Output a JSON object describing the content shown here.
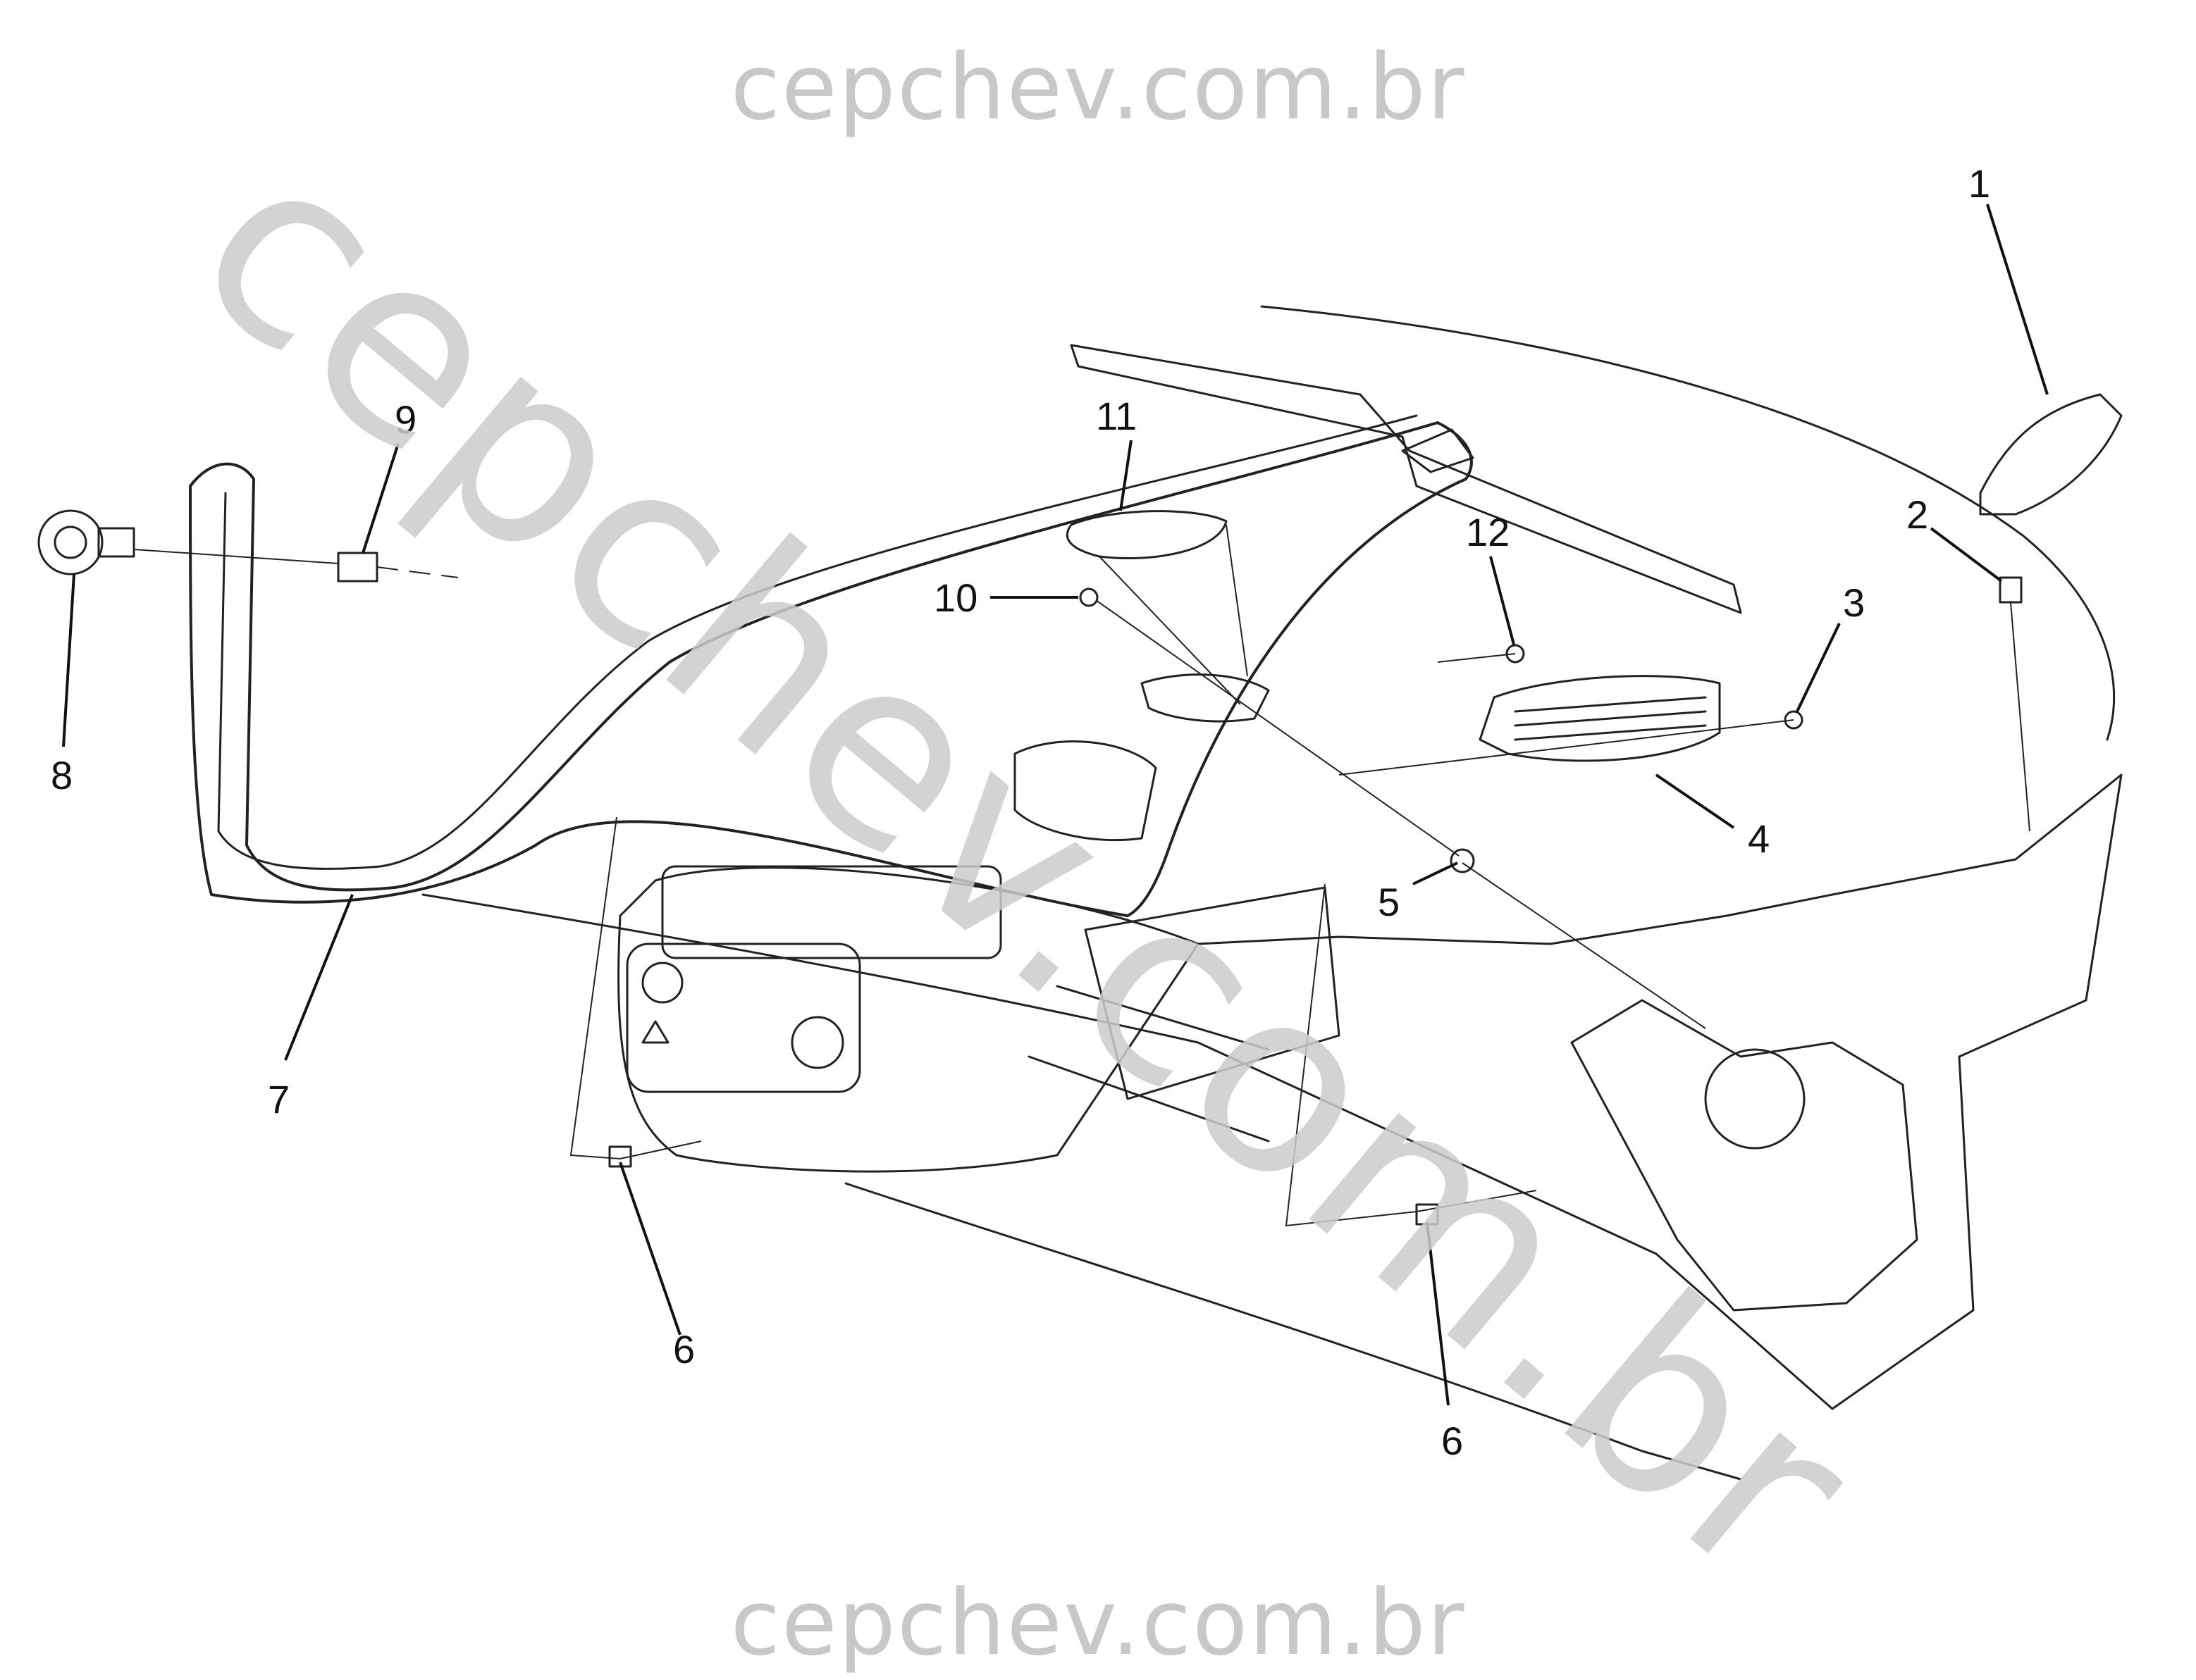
{
  "watermark": {
    "top": "cepchev.com.br",
    "bottom": "cepchev.com.br",
    "diagonal": "cepchev.com.br"
  },
  "callouts": [
    {
      "id": "c1",
      "label": "1"
    },
    {
      "id": "c2",
      "label": "2"
    },
    {
      "id": "c3",
      "label": "3"
    },
    {
      "id": "c4",
      "label": "4"
    },
    {
      "id": "c5",
      "label": "5"
    },
    {
      "id": "c6a",
      "label": "6"
    },
    {
      "id": "c6b",
      "label": "6"
    },
    {
      "id": "c7",
      "label": "7"
    },
    {
      "id": "c8",
      "label": "8"
    },
    {
      "id": "c9",
      "label": "9"
    },
    {
      "id": "c10",
      "label": "10"
    },
    {
      "id": "c11",
      "label": "11"
    },
    {
      "id": "c12",
      "label": "12"
    }
  ]
}
